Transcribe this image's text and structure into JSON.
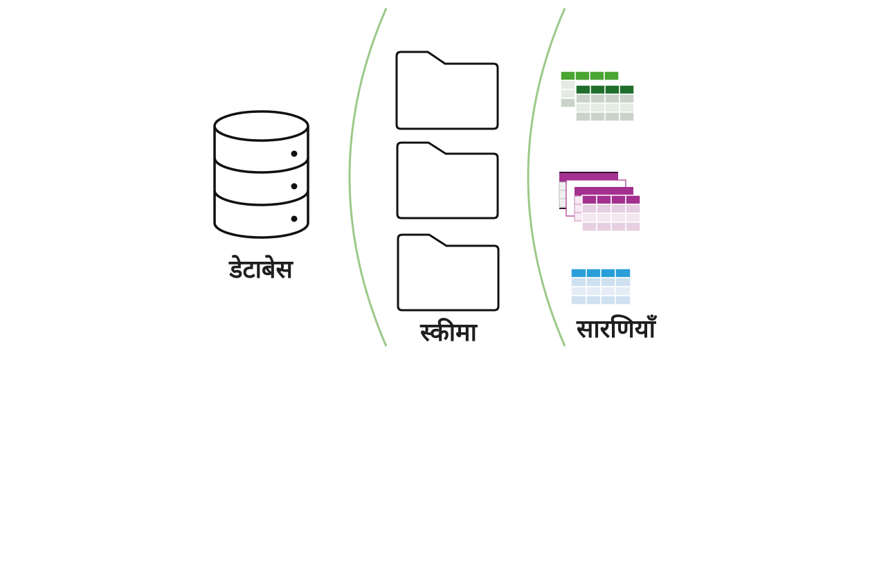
{
  "labels": {
    "database": "डेटाबेस",
    "schema": "स्कीमा",
    "tables": "सारणियाँ"
  },
  "colors": {
    "bracket": "#9cc98a",
    "stroke": "#111111",
    "table_green_header": "#4aa532",
    "table_green_dark_header": "#1f6e2b",
    "table_green_cell": "#c9d3c9",
    "table_purple_header": "#a4308f",
    "table_purple_cell": "#e6cfe0",
    "table_blue_header": "#2a9ed8",
    "table_blue_cell": "#cfe0f0"
  },
  "icons": {
    "database": "database-icon",
    "schema": "folder-icon",
    "tables": "table-icon"
  }
}
